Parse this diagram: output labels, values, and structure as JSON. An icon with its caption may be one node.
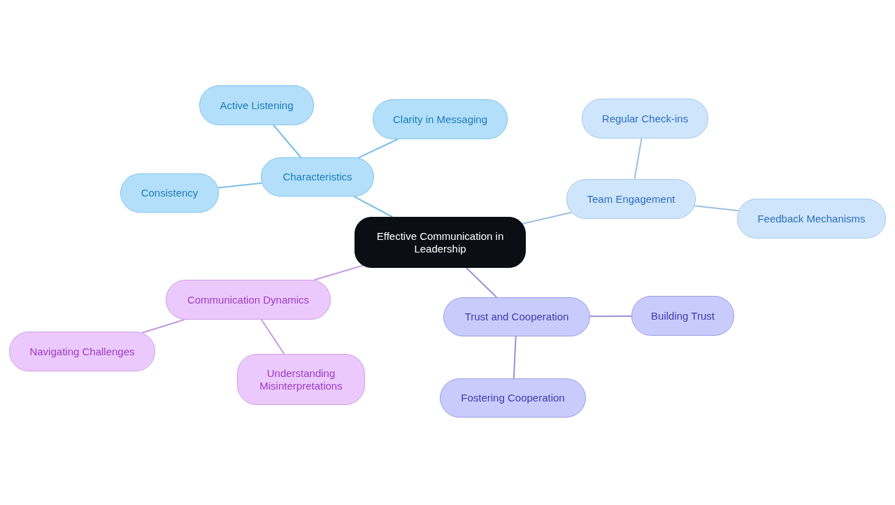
{
  "diagram": {
    "nodes": [
      {
        "text": [
          "Effective Communication in Leadership"
        ]
      },
      {
        "text": [
          "Characteristics"
        ]
      },
      {
        "text": [
          "Active Listening"
        ]
      },
      {
        "text": [
          "Clarity in Messaging"
        ]
      },
      {
        "text": [
          "Consistency"
        ]
      },
      {
        "text": [
          "Team Engagement"
        ]
      },
      {
        "text": [
          "Regular Check-ins"
        ]
      },
      {
        "text": [
          "Feedback Mechanisms"
        ]
      },
      {
        "text": [
          "Trust and Cooperation"
        ]
      },
      {
        "text": [
          "Building Trust"
        ]
      },
      {
        "text": [
          "Fostering Cooperation"
        ]
      },
      {
        "text": [
          "Communication Dynamics"
        ]
      },
      {
        "text": [
          "Navigating Challenges"
        ]
      },
      {
        "text": [
          "Understanding Misinterpretations"
        ]
      }
    ],
    "edges": [
      {
        "from": 0,
        "to": 1,
        "arrow": "none",
        "color": "#7cbde6"
      },
      {
        "from": 1,
        "to": 2,
        "arrow": "none",
        "color": "#7cbde6"
      },
      {
        "from": 1,
        "to": 3,
        "arrow": "none",
        "color": "#7cbde6"
      },
      {
        "from": 1,
        "to": 4,
        "arrow": "none",
        "color": "#7cbde6"
      },
      {
        "from": 0,
        "to": 5,
        "arrow": "none",
        "color": "#9dbfe3"
      },
      {
        "from": 5,
        "to": 6,
        "arrow": "none",
        "color": "#9dbfe3"
      },
      {
        "from": 5,
        "to": 7,
        "arrow": "none",
        "color": "#9dbfe3"
      },
      {
        "from": 0,
        "to": 8,
        "arrow": "none",
        "color": "#9893d8"
      },
      {
        "from": 8,
        "to": 9,
        "arrow": "none",
        "color": "#9893d8"
      },
      {
        "from": 8,
        "to": 10,
        "arrow": "none",
        "color": "#9893d8"
      },
      {
        "from": 0,
        "to": 11,
        "arrow": "none",
        "color": "#c39bdf"
      },
      {
        "from": 11,
        "to": 12,
        "arrow": "none",
        "color": "#c39bdf"
      },
      {
        "from": 11,
        "to": 13,
        "arrow": "none",
        "color": "#c39bdf"
      }
    ]
  }
}
